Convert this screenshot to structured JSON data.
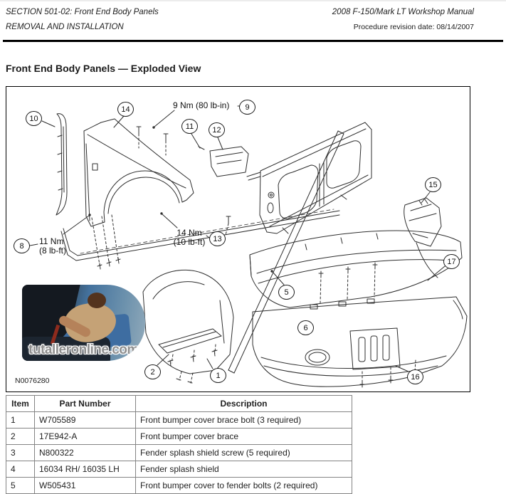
{
  "header": {
    "section_line1": "SECTION 501-02: Front End Body Panels",
    "section_line2": "REMOVAL AND INSTALLATION",
    "manual_title": "2008 F-150/Mark LT Workshop Manual",
    "revision": "Procedure revision date: 08/14/2007"
  },
  "page_title": "Front End Body Panels — Exploded View",
  "figure": {
    "id_label": "N0076280",
    "watermark": "tutalleronline.com",
    "torque": {
      "t9": "9 Nm (80 lb-in)",
      "t8a": "11 Nm",
      "t8b": "(8 lb-ft)",
      "t13a": "14 Nm",
      "t13b": "(10 lb-ft)"
    },
    "callouts": [
      "1",
      "2",
      "5",
      "6",
      "8",
      "9",
      "10",
      "11",
      "12",
      "13",
      "14",
      "15",
      "16",
      "17"
    ]
  },
  "table": {
    "headers": [
      "Item",
      "Part Number",
      "Description"
    ],
    "rows": [
      [
        "1",
        "W705589",
        "Front bumper cover brace bolt (3 required)"
      ],
      [
        "2",
        "17E942-A",
        "Front bumper cover brace"
      ],
      [
        "3",
        "N800322",
        "Fender splash shield screw (5 required)"
      ],
      [
        "4",
        "16034 RH/ 16035 LH",
        "Fender splash shield"
      ],
      [
        "5",
        "W505431",
        "Front bumper cover to fender bolts (2 required)"
      ]
    ]
  }
}
